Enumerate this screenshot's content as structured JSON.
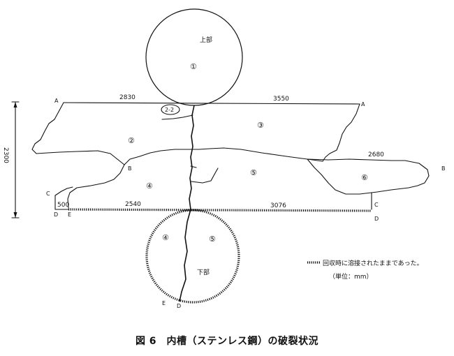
{
  "caption": "図 6　内槽（ステンレス鋼）の破裂状況",
  "part_labels": {
    "top": "上部",
    "bottom": "下部"
  },
  "region_numbers": {
    "r1": "①",
    "r2": "②",
    "r3": "③",
    "r4": "④",
    "r5": "⑤",
    "r6": "⑥",
    "r22": "2-2",
    "low4": "④",
    "low5": "⑤"
  },
  "dimensions": {
    "height": "2300",
    "top_left": "2830",
    "top_right": "3550",
    "right_mid": "2680",
    "bottom_left": "2540",
    "bottom_right": "3076",
    "bottom_small": "500"
  },
  "points": {
    "a_left": "A",
    "a_right": "A",
    "b_left": "B",
    "b_right": "B",
    "c_left": "C",
    "c_right": "C",
    "d_left": "D",
    "d_right": "D",
    "d_bottom": "D",
    "e_left": "E",
    "e_bottom": "E"
  },
  "legend": {
    "text": "回収時に溶接されたままであった。",
    "unit": "（単位：mm）"
  }
}
